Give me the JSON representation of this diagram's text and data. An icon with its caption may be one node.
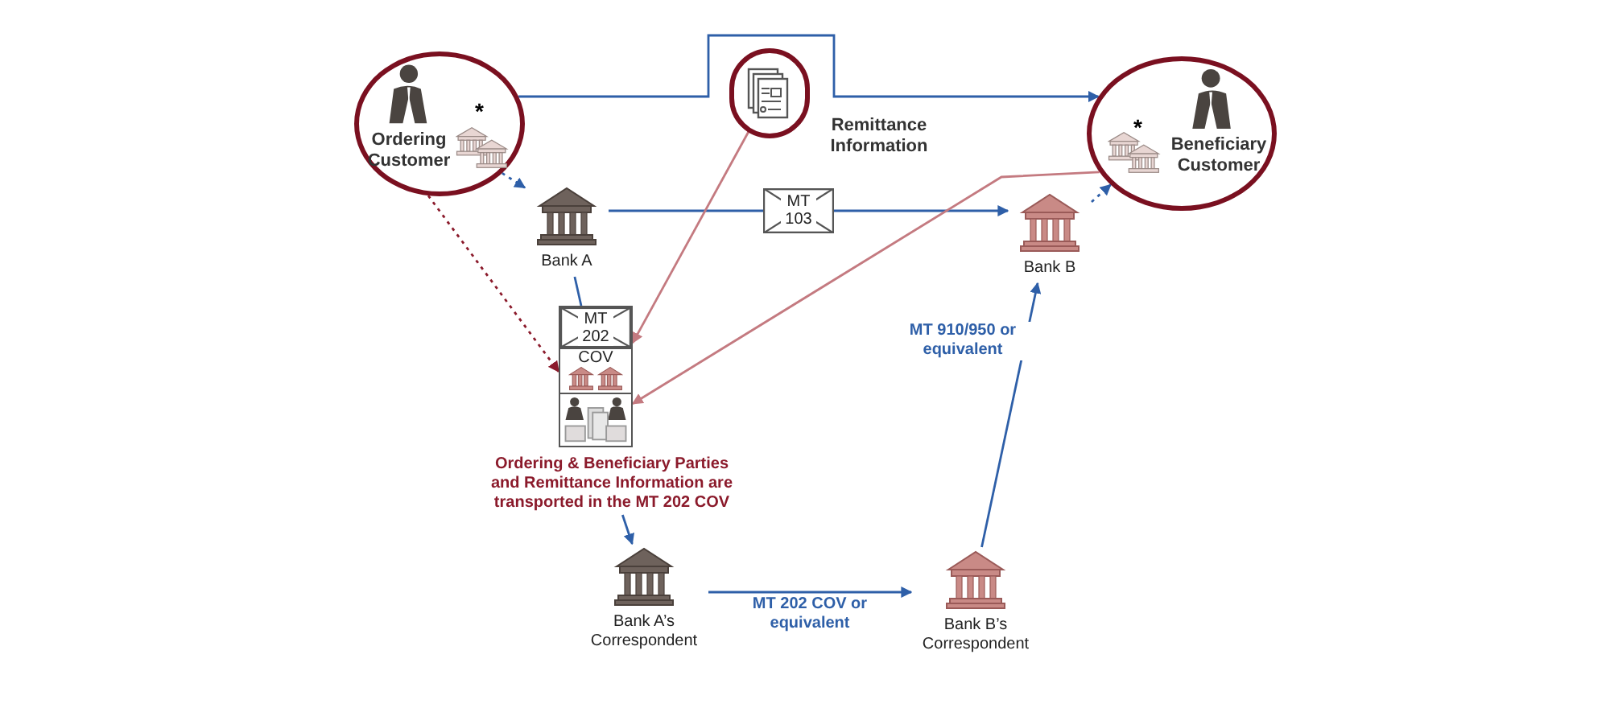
{
  "diagram": {
    "nodes": [
      {
        "text": [
          "Ordering Customer"
        ]
      },
      {
        "text": [
          "Remittance Information"
        ]
      },
      {
        "text": [
          "Beneficiary Customer"
        ]
      },
      {
        "text": [
          "Bank A"
        ]
      },
      {
        "text": [
          "MT 103"
        ]
      },
      {
        "text": [
          "Bank B"
        ]
      },
      {
        "text": [
          "MT 202",
          "COV"
        ],
        "beside": [
          "Ordering & Beneficiary Parties and Remittance Information are transported in the MT 202 COV"
        ]
      },
      {
        "text": [
          "Bank A’s Correspondent"
        ]
      },
      {
        "text": [
          "Bank B’s Correspondent"
        ]
      }
    ],
    "edges": [
      {
        "from": 0,
        "to": 2,
        "arrow": "to"
      },
      {
        "from": 0,
        "to": 3,
        "arrow": "to",
        "style": "dashed"
      },
      {
        "from": 3,
        "to": 4,
        "arrow": "none"
      },
      {
        "from": 4,
        "to": 5,
        "arrow": "to"
      },
      {
        "from": 3,
        "to": 6,
        "arrow": "none"
      },
      {
        "from": 0,
        "to": 6,
        "arrow": "to",
        "style": "dashed",
        "color": "#8b1a2b"
      },
      {
        "from": 1,
        "to": 6,
        "arrow": "to",
        "color": "#c47a80"
      },
      {
        "from": 2,
        "to": 6,
        "arrow": "to",
        "color": "#c47a80"
      },
      {
        "from": 5,
        "to": 2,
        "arrow": "to",
        "style": "dashed"
      },
      {
        "from": 6,
        "to": 7,
        "arrow": "to"
      },
      {
        "from": 7,
        "to": 8,
        "arrow": "to",
        "label": "MT 202 COV or equivalent"
      },
      {
        "from": 8,
        "to": 5,
        "arrow": "to",
        "label": "MT 910/950 or equivalent"
      }
    ],
    "labels": [
      "*",
      "*"
    ]
  }
}
